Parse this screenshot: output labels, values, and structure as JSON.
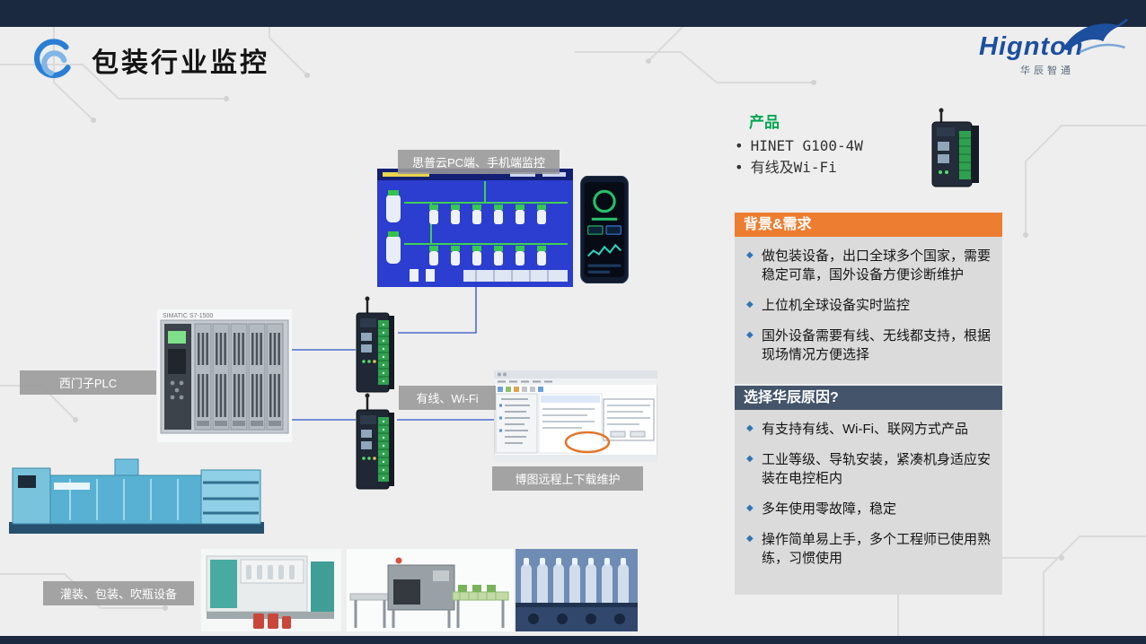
{
  "slide": {
    "title": "包装行业监控"
  },
  "brand": {
    "name": "Hignton",
    "subtitle": "华辰智通"
  },
  "product": {
    "heading": "产品",
    "bullet": "•",
    "items": [
      "HINET G100-4W",
      "有线及Wi-Fi"
    ]
  },
  "diagram": {
    "label_cloud": "思普云PC端、手机端监控",
    "label_plc": "西门子PLC",
    "label_link": "有线、Wi-Fi",
    "label_tia": "博图远程上下载维护",
    "label_machines": "灌装、包装、吹瓶设备",
    "plc_text": "SIMATIC S7-1500"
  },
  "panels": {
    "bullet": "◆",
    "background": {
      "title": "背景&需求",
      "items": [
        "做包装设备，出口全球多个国家，需要稳定可靠，国外设备方便诊断维护",
        "上位机全球设备实时监控",
        "国外设备需要有线、无线都支持，根据现场情况方便选择"
      ]
    },
    "reasons": {
      "title": "选择华辰原因?",
      "items": [
        "有支持有线、Wi-Fi、联网方式产品",
        "工业等级、导轨安装，紧凑机身适应安装在电控柜内",
        "多年使用零故障，稳定",
        "操作简单易上手，多个工程师已使用熟练，习惯使用"
      ]
    }
  },
  "colors": {
    "top_bar": "#1a2940",
    "accent_orange": "#ED7D31",
    "accent_slate": "#44546A",
    "panel_gray": "#DBDBDB",
    "bullet_blue": "#2E75B6",
    "brand_blue": "#1D4F9F",
    "product_green": "#00A651",
    "connector_blue": "#4472C4"
  }
}
